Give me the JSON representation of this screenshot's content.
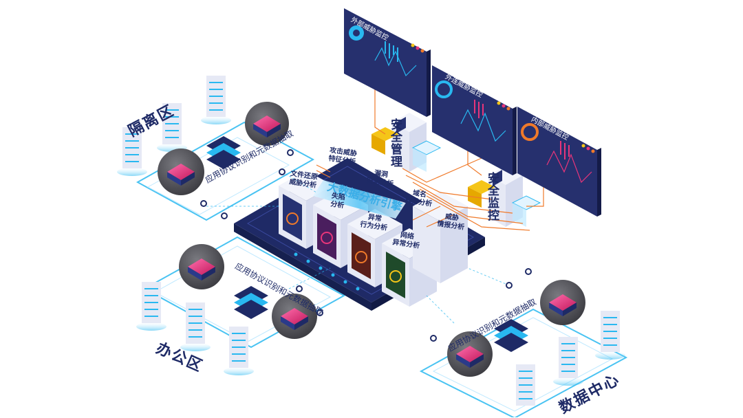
{
  "zones": {
    "isolation": "隔离区",
    "office": "办公区",
    "datacenter": "数据中心"
  },
  "bars": {
    "isolation": "应用协议识别和元数据抽取",
    "office": "应用协议识别和元数据抽取",
    "datacenter": "应用协议识别和元数据抽取"
  },
  "engine": {
    "title": "大数据分析引擎",
    "modules": [
      "攻击威胁\n特征分析",
      "文件还原\n威胁分析",
      "漏洞\n安全分析",
      "域名\n异常分析",
      "失陷\n分析",
      "异常\n行为分析",
      "威胁\n情报分析",
      "网络\n异常分析"
    ]
  },
  "security": {
    "top": "安全管理",
    "bottom": "安全监控"
  },
  "monitors": [
    "外部威胁监控",
    "外连威胁监控",
    "内部威胁监控"
  ],
  "colors": {
    "navy": "#1e2a66",
    "cyan": "#29b8f0",
    "orange": "#f07a2a",
    "pink": "#e8357a",
    "panel": "#26306e"
  }
}
